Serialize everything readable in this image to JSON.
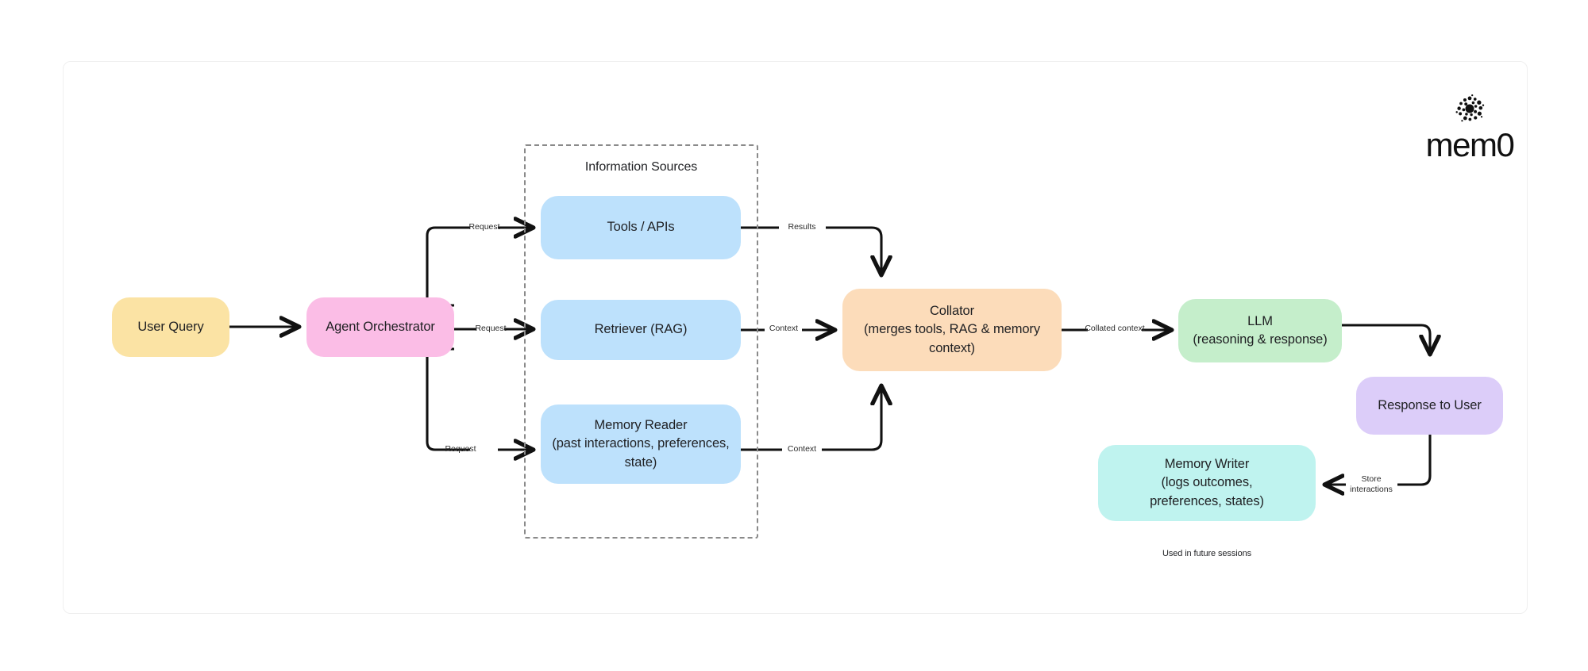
{
  "brand": {
    "name": "mem0",
    "logo_icon": "mem0-dot-burst-icon"
  },
  "diagram": {
    "group": {
      "title": "Information Sources"
    },
    "nodes": {
      "user_query": "User Query",
      "agent_orchestrator": "Agent Orchestrator",
      "tools_apis": "Tools / APIs",
      "retriever_rag": "Retriever (RAG)",
      "memory_reader": "Memory Reader\n(past interactions, preferences,\nstate)",
      "collator": "Collator\n(merges tools, RAG & memory\ncontext)",
      "llm": "LLM\n(reasoning & response)",
      "response_to_user": "Response to User",
      "memory_writer": "Memory Writer\n(logs outcomes,\npreferences, states)"
    },
    "edge_labels": {
      "request_tools": "Request",
      "request_retriever": "Request",
      "request_memory": "Request",
      "results": "Results",
      "context_retriever": "Context",
      "context_memory": "Context",
      "collated_context": "Collated context",
      "store_interactions": "Store\ninteractions"
    },
    "notes": {
      "future_sessions": "Used in future sessions"
    },
    "colors": {
      "user_query": "#fbe3a4",
      "agent_orchestrator": "#fbbde6",
      "information_source": "#bde1fc",
      "collator": "#fcdcba",
      "llm": "#c5eecb",
      "response": "#dccdf9",
      "memory_writer": "#bff3ef",
      "edge": "#111111",
      "group_border": "#8a8a8a",
      "canvas_border": "#efefef"
    }
  }
}
